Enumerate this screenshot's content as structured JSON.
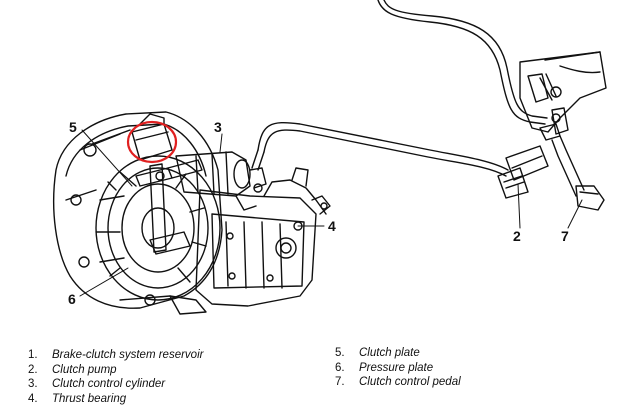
{
  "figure": {
    "callouts": [
      {
        "id": "5",
        "label": "5"
      },
      {
        "id": "3",
        "label": "3"
      },
      {
        "id": "4",
        "label": "4"
      },
      {
        "id": "6",
        "label": "6"
      },
      {
        "id": "2",
        "label": "2"
      },
      {
        "id": "7",
        "label": "7"
      }
    ],
    "highlight_color": "#e02020",
    "legend_left": [
      {
        "num": "1.",
        "text": "Brake-clutch system reservoir"
      },
      {
        "num": "2.",
        "text": "Clutch pump"
      },
      {
        "num": "3.",
        "text": "Clutch control cylinder"
      },
      {
        "num": "4.",
        "text": "Thrust bearing"
      }
    ],
    "legend_right": [
      {
        "num": "5.",
        "text": "Clutch plate"
      },
      {
        "num": "6.",
        "text": "Pressure plate"
      },
      {
        "num": "7.",
        "text": "Clutch control pedal"
      }
    ]
  }
}
